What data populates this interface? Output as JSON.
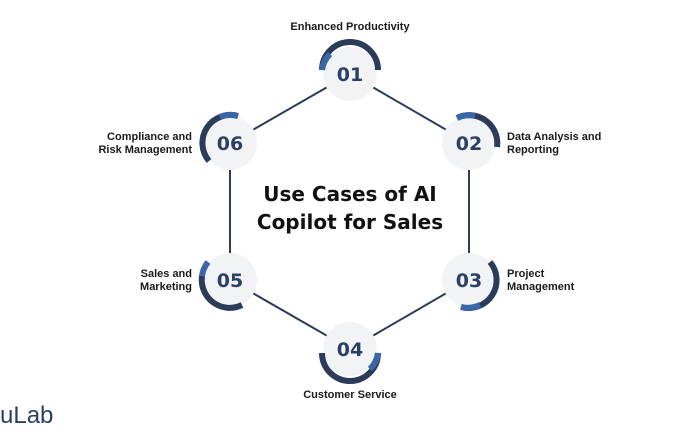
{
  "diagram": {
    "center_title_line1": "Use Cases of AI",
    "center_title_line2": "Copilot for Sales",
    "nodes": [
      {
        "number": "01",
        "label_line1": "Enhanced Productivity",
        "label_line2": ""
      },
      {
        "number": "02",
        "label_line1": "Data Analysis and",
        "label_line2": "Reporting"
      },
      {
        "number": "03",
        "label_line1": "Project",
        "label_line2": "Management"
      },
      {
        "number": "04",
        "label_line1": "Customer Service",
        "label_line2": ""
      },
      {
        "number": "05",
        "label_line1": "Sales and",
        "label_line2": "Marketing"
      },
      {
        "number": "06",
        "label_line1": "Compliance and",
        "label_line2": "Risk Management"
      }
    ]
  },
  "watermark": "uLab",
  "colors": {
    "ring": "#2b3c5a",
    "accent_dark": "#2b3c5a",
    "accent_blue": "#3b66a8",
    "node_fill": "#f2f3f5",
    "number_text": "#2b4064"
  }
}
